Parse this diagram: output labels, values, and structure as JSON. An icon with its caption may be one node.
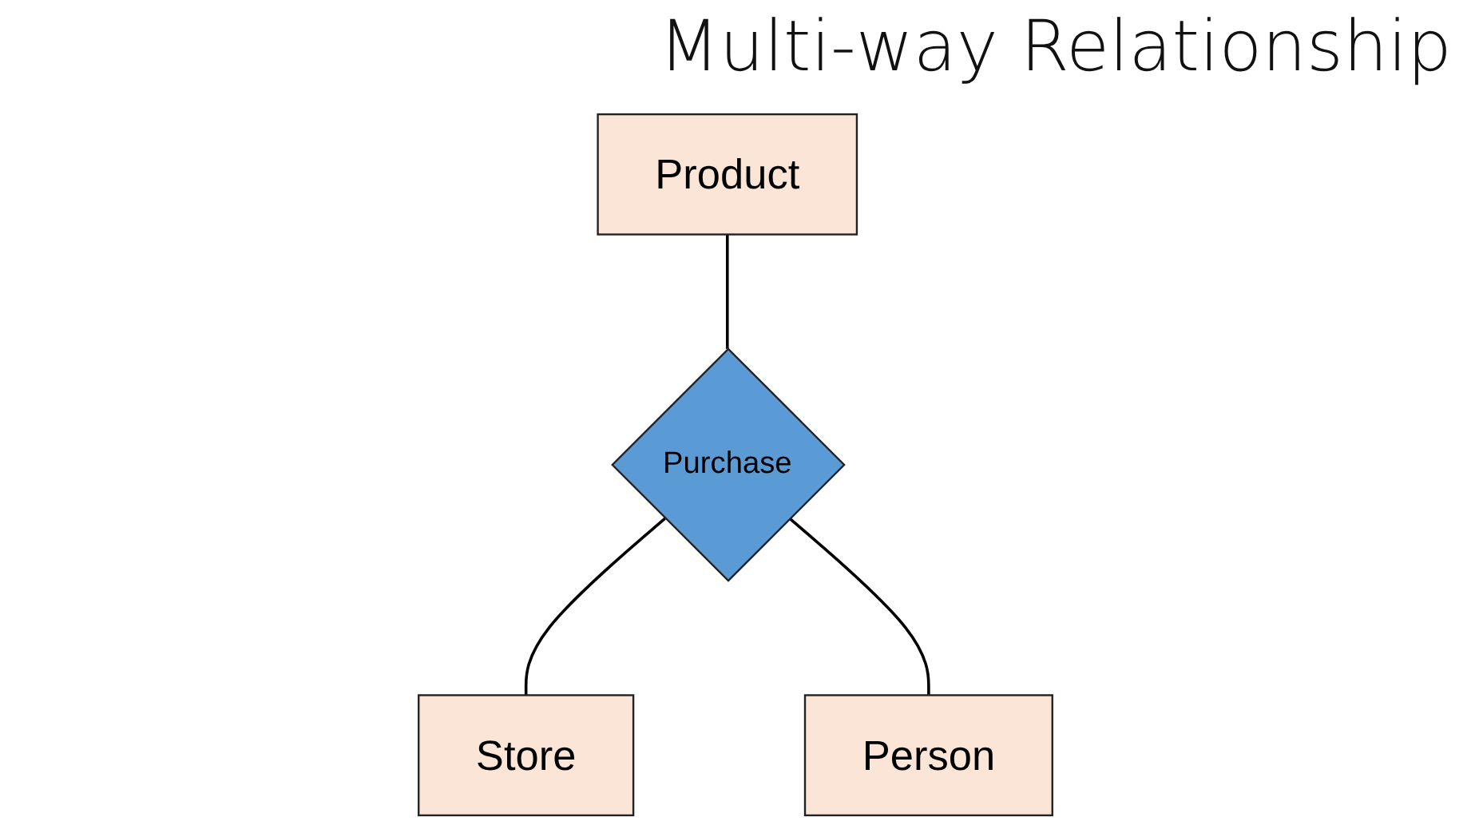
{
  "diagram": {
    "title": "Multi-way Relationship",
    "nodes": [
      {
        "text": [
          "Product"
        ]
      },
      {
        "text": [
          "Purchase"
        ]
      },
      {
        "text": [
          "Store"
        ]
      },
      {
        "text": [
          "Person"
        ]
      }
    ],
    "edges": [
      {
        "from": 0,
        "to": 1,
        "arrow": "none"
      },
      {
        "from": 1,
        "to": 2,
        "arrow": "none"
      },
      {
        "from": 1,
        "to": 3,
        "arrow": "none"
      }
    ]
  }
}
